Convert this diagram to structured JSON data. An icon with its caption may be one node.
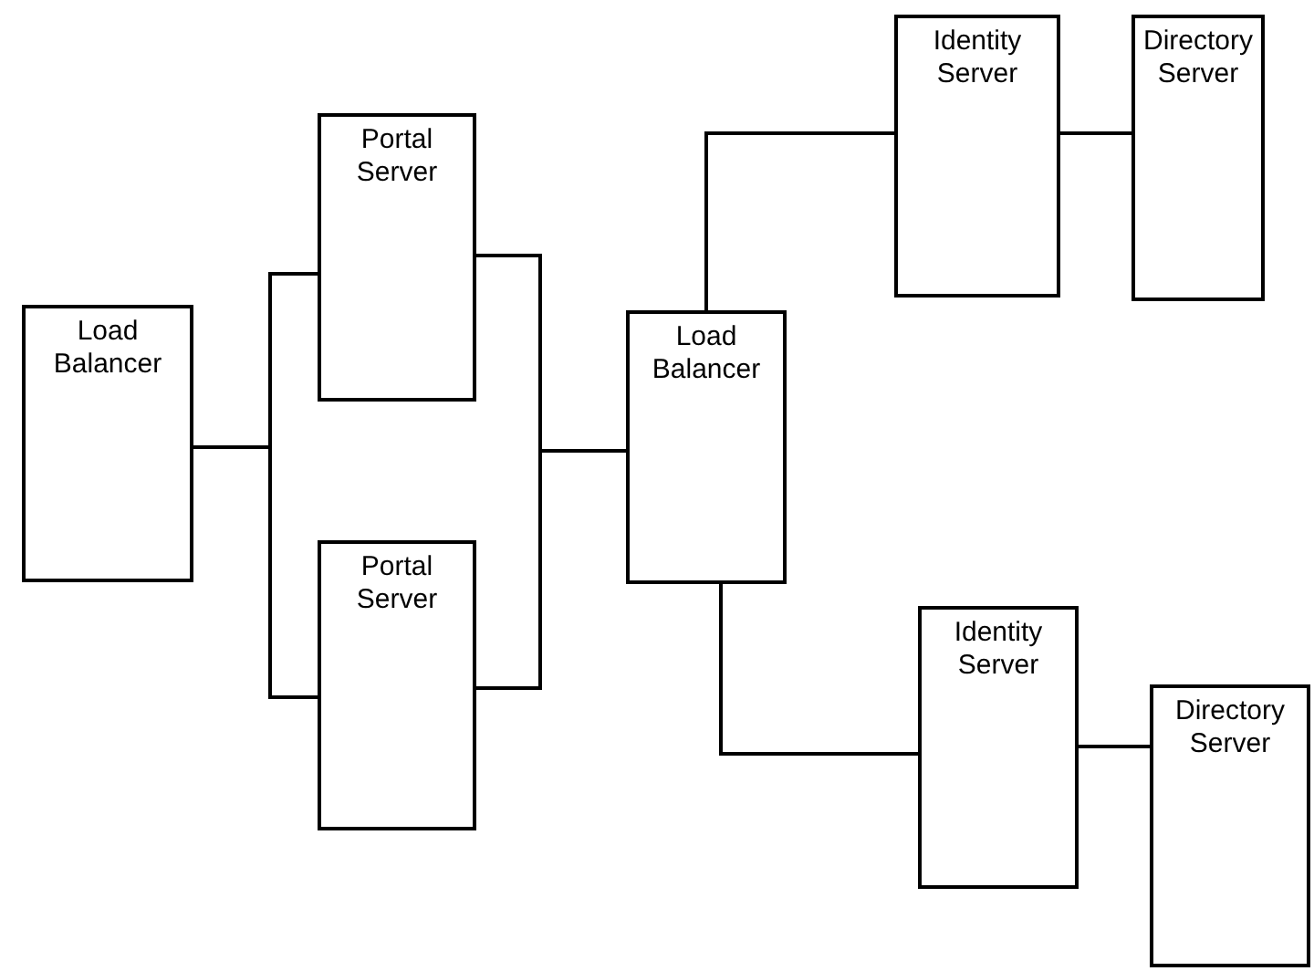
{
  "diagram": {
    "nodes": [
      {
        "text": [
          "Load Balancer"
        ]
      },
      {
        "text": [
          "Portal Server"
        ]
      },
      {
        "text": [
          "Portal Server"
        ]
      },
      {
        "text": [
          "Load Balancer"
        ]
      },
      {
        "text": [
          "Identity Server"
        ]
      },
      {
        "text": [
          "Directory Server"
        ]
      },
      {
        "text": [
          "Identity Server"
        ]
      },
      {
        "text": [
          "Directory Server"
        ]
      }
    ],
    "edges": [
      {
        "from": 0,
        "to": 1,
        "arrow": "none"
      },
      {
        "from": 0,
        "to": 2,
        "arrow": "none"
      },
      {
        "from": 1,
        "to": 3,
        "arrow": "none"
      },
      {
        "from": 2,
        "to": 3,
        "arrow": "none"
      },
      {
        "from": 3,
        "to": 4,
        "arrow": "none"
      },
      {
        "from": 4,
        "to": 5,
        "arrow": "none"
      },
      {
        "from": 3,
        "to": 6,
        "arrow": "none"
      },
      {
        "from": 6,
        "to": 7,
        "arrow": "none"
      }
    ]
  }
}
